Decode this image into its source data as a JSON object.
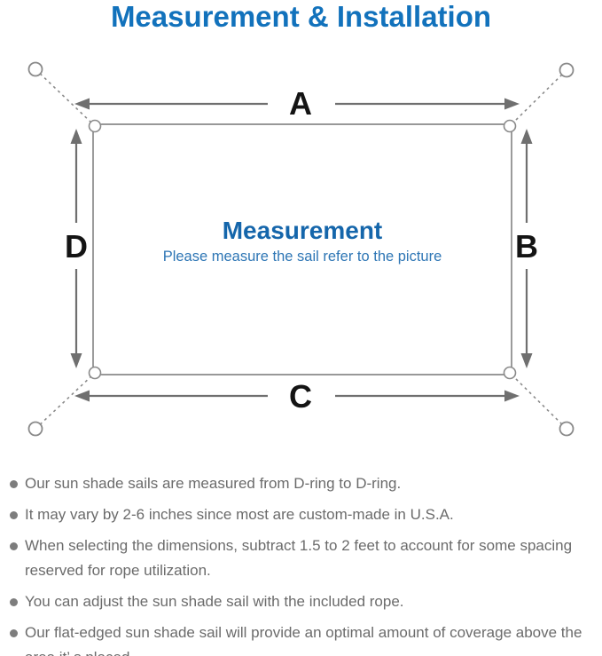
{
  "title": "Measurement & Installation",
  "diagram": {
    "dimension_labels": {
      "top": "A",
      "right": "B",
      "bottom": "C",
      "left": "D"
    },
    "center_title": "Measurement",
    "center_subtitle": "Please measure the sail refer to the picture"
  },
  "notes": [
    "Our sun shade sails are measured from D-ring to D-ring.",
    "It may vary by 2-6 inches since most are custom-made in U.S.A.",
    "When selecting the dimensions, subtract 1.5 to 2 feet to account for some spacing reserved for rope utilization.",
    "You can adjust the sun shade sail with the included rope.",
    "Our flat-edged sun shade sail will provide an optimal amount of coverage above the area it’ s placed."
  ],
  "colors": {
    "title_blue": "#1272bc",
    "center_heading_blue": "#1566ab",
    "subtitle_blue": "#2e76b5",
    "diagram_line_gray": "#8a8a8a",
    "arrow_gray": "#6f6f6f",
    "label_black": "#141414",
    "note_text_gray": "#6b6b6b",
    "bullet_gray": "#7d7d7d"
  }
}
